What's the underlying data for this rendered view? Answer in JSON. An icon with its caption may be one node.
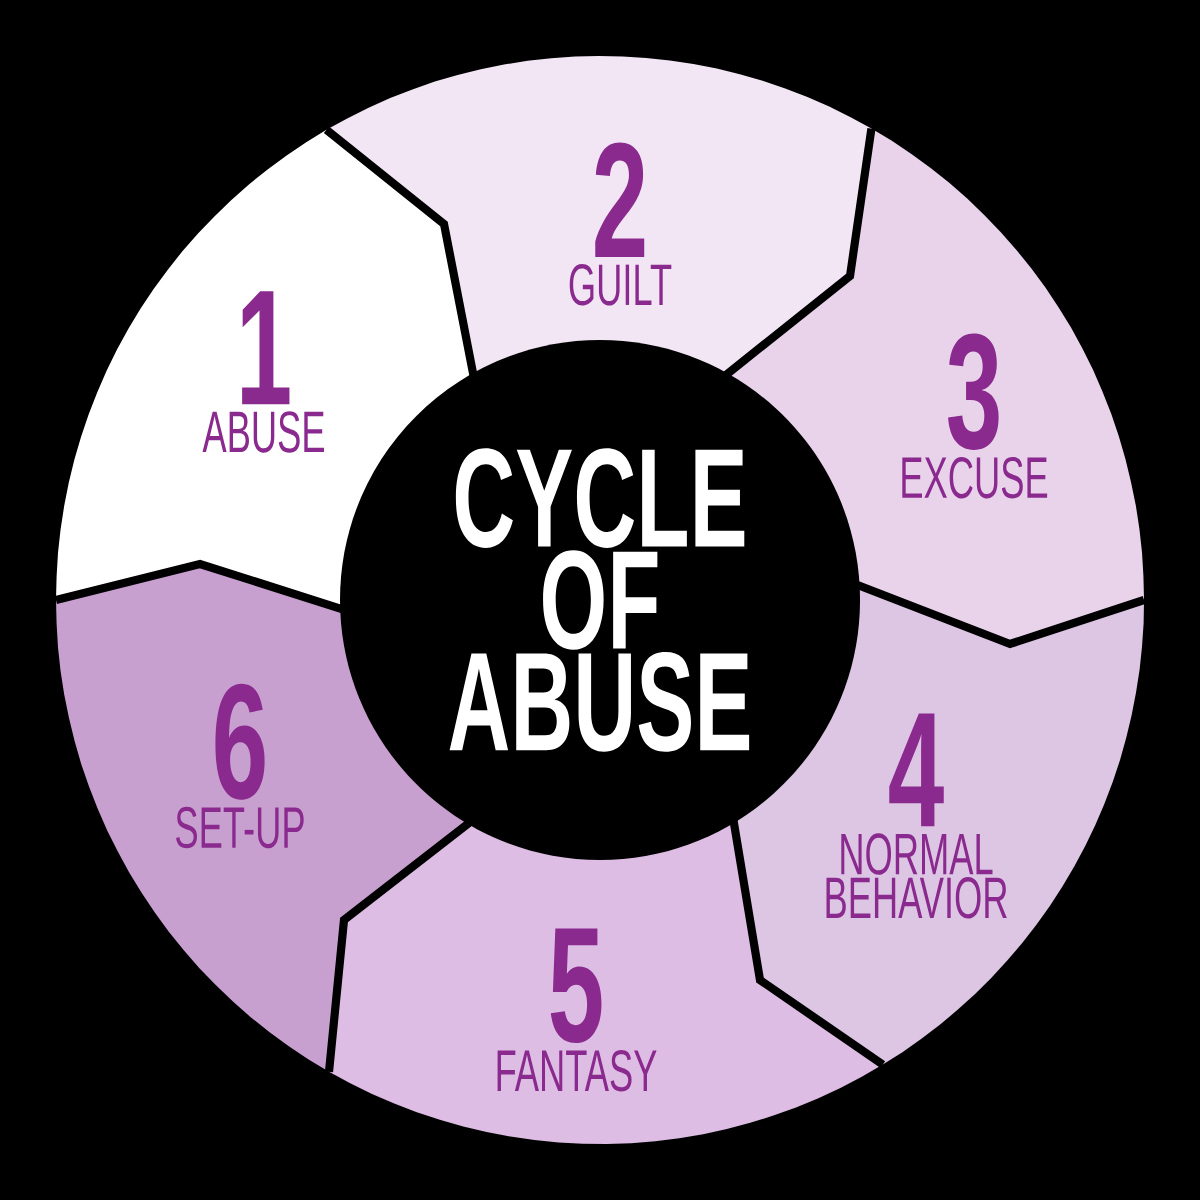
{
  "diagram": {
    "nodes": [
      {
        "text": [
          "CYCLE OF ABUSE"
        ]
      },
      {
        "text": [
          "1",
          "ABUSE"
        ]
      },
      {
        "text": [
          "2",
          "GUILT"
        ]
      },
      {
        "text": [
          "3",
          "EXCUSE"
        ]
      },
      {
        "text": [
          "4",
          "NORMAL BEHAVIOR"
        ]
      },
      {
        "text": [
          "5",
          "FANTASY"
        ]
      },
      {
        "text": [
          "6",
          "SET-UP"
        ]
      }
    ]
  }
}
